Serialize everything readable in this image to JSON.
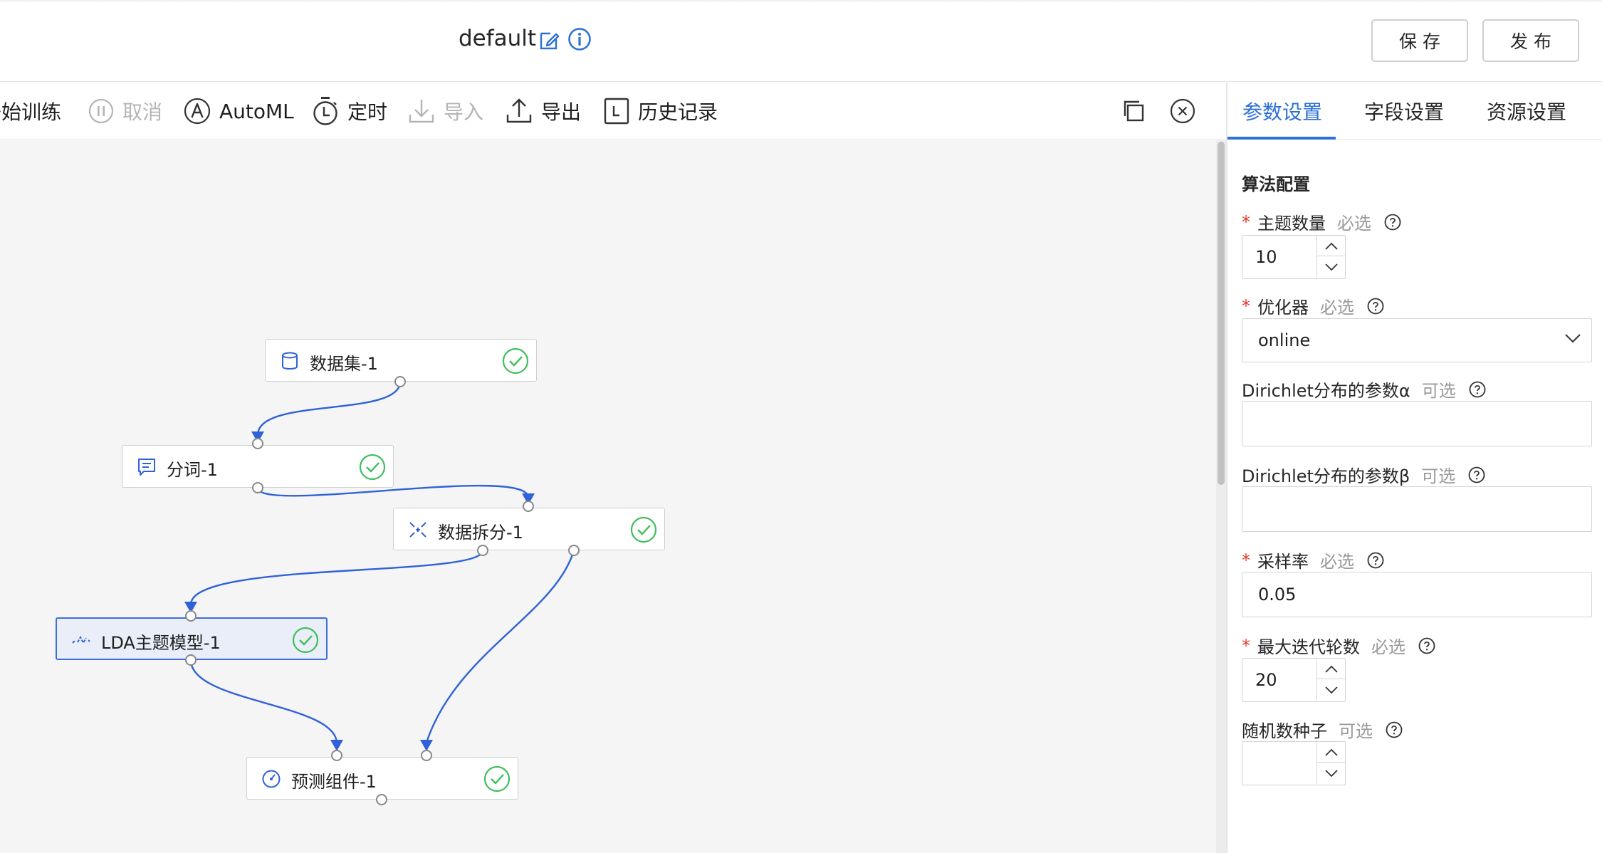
{
  "header": {
    "title": "default",
    "save_label": "保存",
    "publish_label": "发布"
  },
  "toolbar": {
    "start_train": "开始训练",
    "cancel": "取消",
    "automl": "AutoML",
    "schedule": "定时",
    "import": "导入",
    "export": "导出",
    "history": "历史记录"
  },
  "nodes": {
    "dataset": "数据集-1",
    "tokenize": "分词-1",
    "split": "数据拆分-1",
    "lda": "LDA主题模型-1",
    "predict": "预测组件-1"
  },
  "panel": {
    "tabs": [
      "参数设置",
      "字段设置",
      "资源设置"
    ],
    "section_title": "算法配置",
    "required_tag": "必选",
    "optional_tag": "可选",
    "fields": {
      "topic_count": {
        "label": "主题数量",
        "value": "10"
      },
      "optimizer": {
        "label": "优化器",
        "value": "online"
      },
      "alpha": {
        "label": "Dirichlet分布的参数α",
        "value": ""
      },
      "beta": {
        "label": "Dirichlet分布的参数β",
        "value": ""
      },
      "sample_rate": {
        "label": "采样率",
        "value": "0.05"
      },
      "max_iter": {
        "label": "最大迭代轮数",
        "value": "20"
      },
      "seed": {
        "label": "随机数种子",
        "value": ""
      }
    }
  },
  "colors": {
    "accent": "#2c71d6",
    "success": "#3fbf5a",
    "required": "#e23b2e",
    "edge": "#2f62d8"
  }
}
